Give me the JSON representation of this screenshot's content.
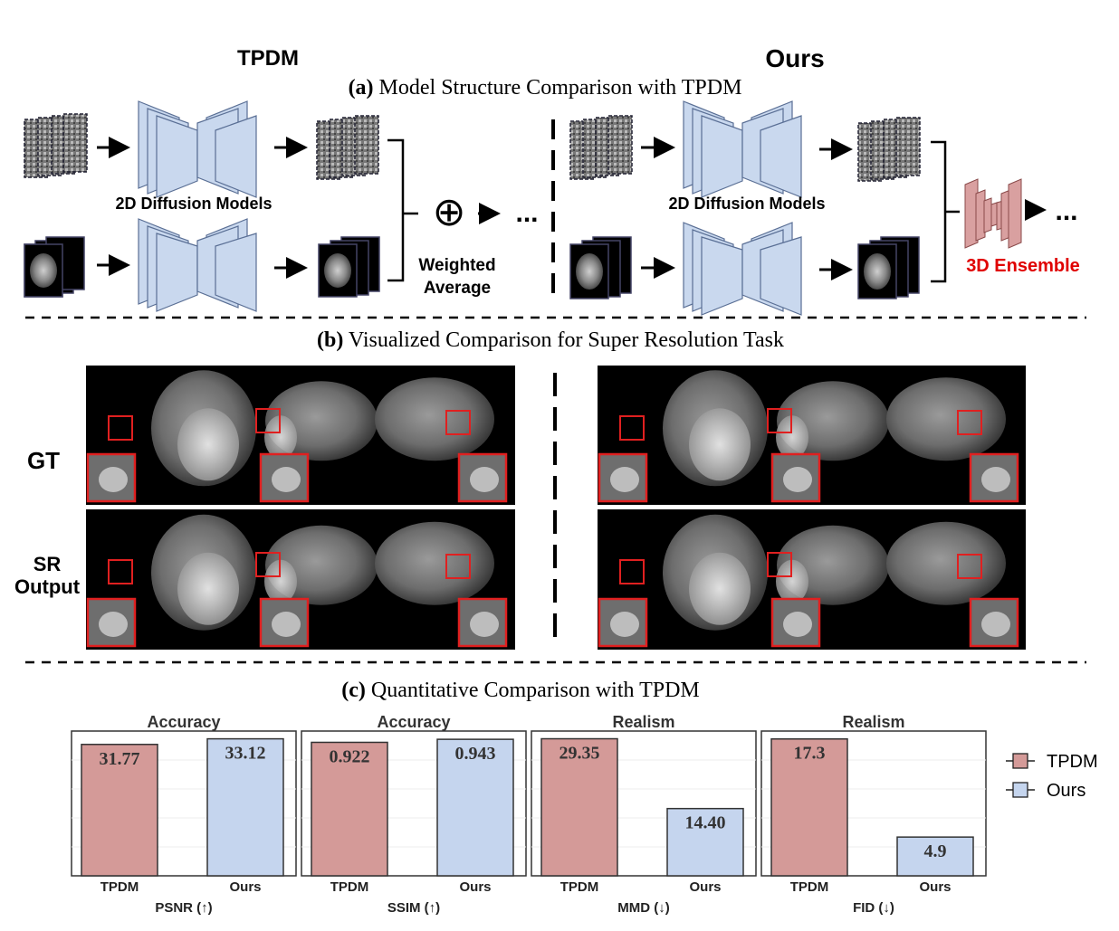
{
  "panel_a": {
    "caption_letter": "(a)",
    "caption_text": " Model Structure Comparison with TPDM",
    "left_title": "TPDM",
    "right_title": "Ours",
    "left_models_label": "2D Diffusion Models",
    "right_models_label": "2D Diffusion Models",
    "oplus_symbol": "⊕",
    "weighted_line1": "Weighted",
    "weighted_line2": "Average",
    "ellipsis": "...",
    "ensemble_label": "3D Ensemble",
    "ensemble_color": "#e00000",
    "network_fill": "#c9d8ee",
    "ensemble_fill": "#d9a0a0"
  },
  "panel_b": {
    "caption_letter": "(b)",
    "caption_text": " Visualized Comparison for Super Resolution Task",
    "row_gt": "GT",
    "row_sr_line1": "SR",
    "row_sr_line2": "Output",
    "zoom_box_color": "#e02020"
  },
  "panel_c": {
    "caption_letter": "(c)",
    "caption_text": " Quantitative Comparison with TPDM",
    "legend": [
      {
        "name": "TPDM",
        "color": "#d49a98"
      },
      {
        "name": "Ours",
        "color": "#c5d5ee"
      }
    ]
  },
  "chart_data": [
    {
      "type": "bar",
      "title": "Accuracy",
      "xlabel": "PSNR (↑)",
      "categories": [
        "TPDM",
        "Ours"
      ],
      "values": [
        31.77,
        33.12
      ],
      "value_labels": [
        "31.77",
        "33.12"
      ],
      "ylim": [
        0,
        35
      ]
    },
    {
      "type": "bar",
      "title": "Accuracy",
      "xlabel": "SSIM (↑)",
      "categories": [
        "TPDM",
        "Ours"
      ],
      "values": [
        0.922,
        0.943
      ],
      "value_labels": [
        "0.922",
        "0.943"
      ],
      "ylim": [
        0,
        1.0
      ]
    },
    {
      "type": "bar",
      "title": "Realism",
      "xlabel": "MMD (↓)",
      "categories": [
        "TPDM",
        "Ours"
      ],
      "values": [
        29.35,
        14.4
      ],
      "value_labels": [
        "29.35",
        "14.40"
      ],
      "ylim": [
        0,
        31
      ]
    },
    {
      "type": "bar",
      "title": "Realism",
      "xlabel": "FID (↓)",
      "categories": [
        "TPDM",
        "Ours"
      ],
      "values": [
        17.3,
        4.9
      ],
      "value_labels": [
        "17.3",
        "4.9"
      ],
      "ylim": [
        0,
        18.3
      ]
    }
  ]
}
